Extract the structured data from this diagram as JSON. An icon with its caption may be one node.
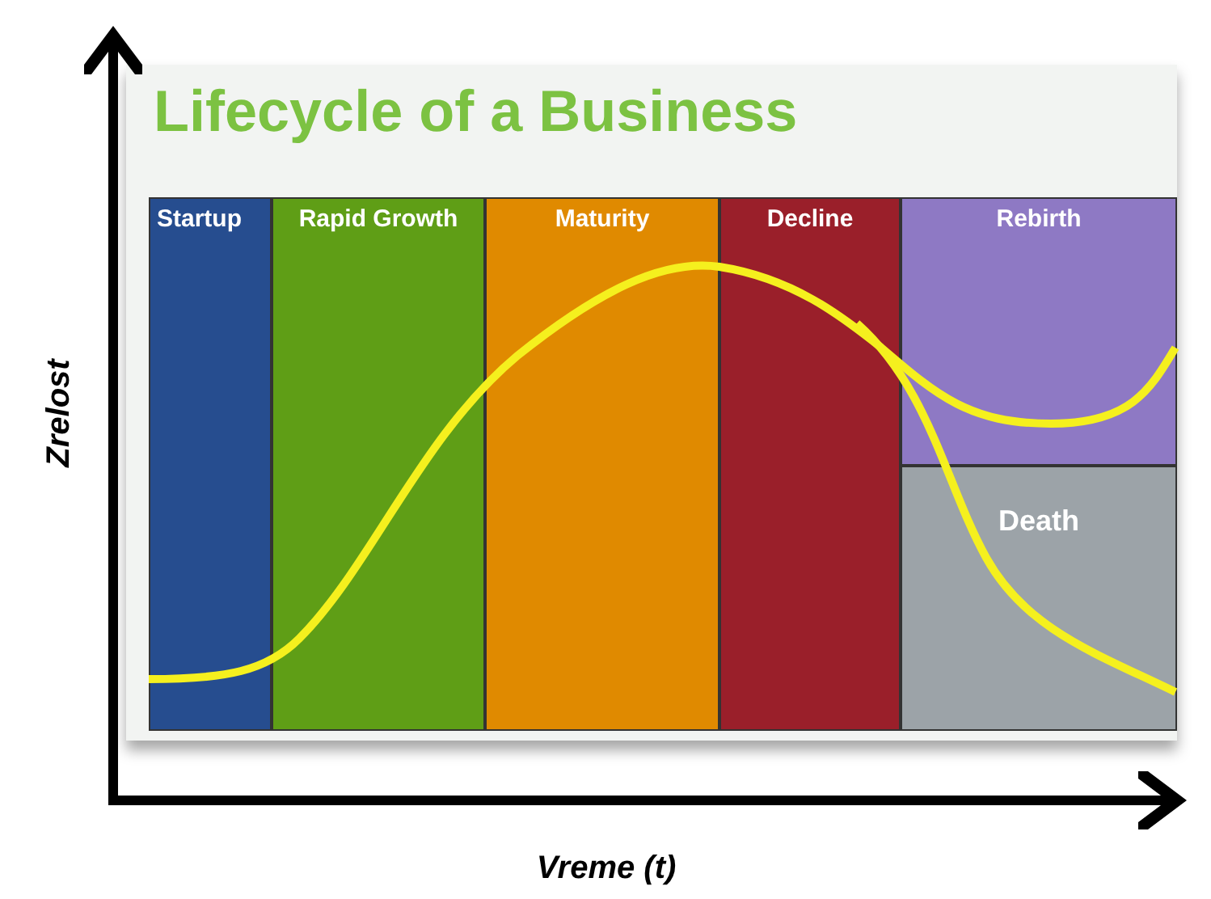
{
  "diagram": {
    "title": "Lifecycle of a Business",
    "nodes": [
      {
        "text": [
          "Startup"
        ]
      },
      {
        "text": [
          "Rapid Growth"
        ]
      },
      {
        "text": [
          "Maturity"
        ]
      },
      {
        "text": [
          "Decline"
        ]
      },
      {
        "text": [
          "Rebirth"
        ]
      },
      {
        "text": [
          "Death"
        ]
      }
    ],
    "labels": [
      "Zrelost",
      "Vreme (t)"
    ]
  }
}
